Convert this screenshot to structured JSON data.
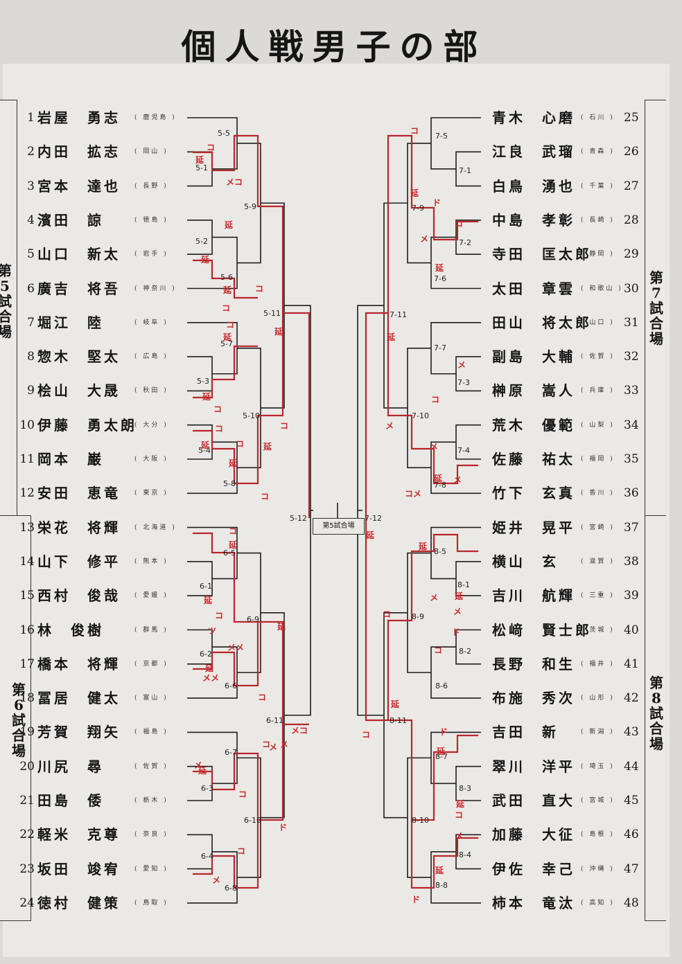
{
  "title": "個人戦男子の部",
  "final_label": "第5試合場",
  "venues": [
    {
      "label": "第5試合場",
      "side": "left"
    },
    {
      "label": "第6試合場",
      "side": "left"
    },
    {
      "label": "第7試合場",
      "side": "right"
    },
    {
      "label": "第8試合場",
      "side": "right"
    }
  ],
  "left_players": [
    {
      "num": "1",
      "name": "岩屋　勇志",
      "pref": "鹿児島"
    },
    {
      "num": "2",
      "name": "内田　拡志",
      "pref": "岡山"
    },
    {
      "num": "3",
      "name": "宮本　達也",
      "pref": "長野"
    },
    {
      "num": "4",
      "name": "濱田　諒",
      "pref": "徳島"
    },
    {
      "num": "5",
      "name": "山口　新太",
      "pref": "岩手"
    },
    {
      "num": "6",
      "name": "廣吉　将吾",
      "pref": "神奈川"
    },
    {
      "num": "7",
      "name": "堀江　陸",
      "pref": "岐阜"
    },
    {
      "num": "8",
      "name": "惣木　堅太",
      "pref": "広島"
    },
    {
      "num": "9",
      "name": "桧山　大晟",
      "pref": "秋田"
    },
    {
      "num": "10",
      "name": "伊藤　勇太朗",
      "pref": "大分"
    },
    {
      "num": "11",
      "name": "岡本　巌",
      "pref": "大阪"
    },
    {
      "num": "12",
      "name": "安田　恵竜",
      "pref": "東京"
    },
    {
      "num": "13",
      "name": "栄花　将輝",
      "pref": "北海道"
    },
    {
      "num": "14",
      "name": "山下　修平",
      "pref": "熊本"
    },
    {
      "num": "15",
      "name": "西村　俊哉",
      "pref": "愛媛"
    },
    {
      "num": "16",
      "name": "林　俊樹",
      "pref": "群馬"
    },
    {
      "num": "17",
      "name": "橋本　将輝",
      "pref": "京都"
    },
    {
      "num": "18",
      "name": "冨居　健太",
      "pref": "富山"
    },
    {
      "num": "19",
      "name": "芳賀　翔矢",
      "pref": "福島"
    },
    {
      "num": "20",
      "name": "川尻　尋",
      "pref": "佐賀"
    },
    {
      "num": "21",
      "name": "田島　倭",
      "pref": "栃木"
    },
    {
      "num": "22",
      "name": "軽米　克尊",
      "pref": "奈良"
    },
    {
      "num": "23",
      "name": "坂田　竣宥",
      "pref": "愛知"
    },
    {
      "num": "24",
      "name": "徳村　健策",
      "pref": "鳥取"
    }
  ],
  "right_players": [
    {
      "num": "25",
      "name": "青木　心磨",
      "pref": "石川"
    },
    {
      "num": "26",
      "name": "江良　武瑠",
      "pref": "青森"
    },
    {
      "num": "27",
      "name": "白鳥　湧也",
      "pref": "千葉"
    },
    {
      "num": "28",
      "name": "中島　孝彰",
      "pref": "長崎"
    },
    {
      "num": "29",
      "name": "寺田　匡太郎",
      "pref": "静岡"
    },
    {
      "num": "30",
      "name": "太田　章雲",
      "pref": "和歌山"
    },
    {
      "num": "31",
      "name": "田山　将太郎",
      "pref": "山口"
    },
    {
      "num": "32",
      "name": "副島　大輔",
      "pref": "佐賀"
    },
    {
      "num": "33",
      "name": "榊原　嵩人",
      "pref": "兵庫"
    },
    {
      "num": "34",
      "name": "荒木　優範",
      "pref": "山梨"
    },
    {
      "num": "35",
      "name": "佐藤　祐太",
      "pref": "福岡"
    },
    {
      "num": "36",
      "name": "竹下　玄真",
      "pref": "香川"
    },
    {
      "num": "37",
      "name": "姫井　晃平",
      "pref": "宮崎"
    },
    {
      "num": "38",
      "name": "横山　玄",
      "pref": "滋賀"
    },
    {
      "num": "39",
      "name": "吉川　航輝",
      "pref": "三重"
    },
    {
      "num": "40",
      "name": "松﨑　賢士郎",
      "pref": "茨城"
    },
    {
      "num": "41",
      "name": "長野　和生",
      "pref": "福井"
    },
    {
      "num": "42",
      "name": "布施　秀次",
      "pref": "山形"
    },
    {
      "num": "43",
      "name": "吉田　新",
      "pref": "新潟"
    },
    {
      "num": "44",
      "name": "翠川　洋平",
      "pref": "埼玉"
    },
    {
      "num": "45",
      "name": "武田　直大",
      "pref": "宮城"
    },
    {
      "num": "46",
      "name": "加藤　大征",
      "pref": "島根"
    },
    {
      "num": "47",
      "name": "伊佐　幸己",
      "pref": "沖縄"
    },
    {
      "num": "48",
      "name": "柿本　竜汰",
      "pref": "高知"
    }
  ],
  "match_labels": {
    "left": [
      "5-1",
      "5-2",
      "5-3",
      "5-4",
      "5-5",
      "5-6",
      "5-7",
      "5-8",
      "5-9",
      "5-10",
      "5-11",
      "5-12",
      "6-1",
      "6-2",
      "6-3",
      "6-4",
      "6-5",
      "6-6",
      "6-7",
      "6-8",
      "6-9",
      "6-10",
      "6-11"
    ],
    "right": [
      "7-1",
      "7-2",
      "7-3",
      "7-4",
      "7-5",
      "7-6",
      "7-7",
      "7-8",
      "7-9",
      "7-10",
      "7-11",
      "7-12",
      "8-1",
      "8-2",
      "8-3",
      "8-4",
      "8-5",
      "8-6",
      "8-7",
      "8-8",
      "8-9",
      "8-10",
      "8-11"
    ]
  },
  "annotations": [
    "メ",
    "コ",
    "延",
    "ド",
    "ツ",
    "メコ",
    "コメ",
    "メメ"
  ],
  "colors": {
    "winner_line": "#b8262b",
    "bracket_line": "#1e1e1e",
    "paper": "#ebe9e6"
  }
}
